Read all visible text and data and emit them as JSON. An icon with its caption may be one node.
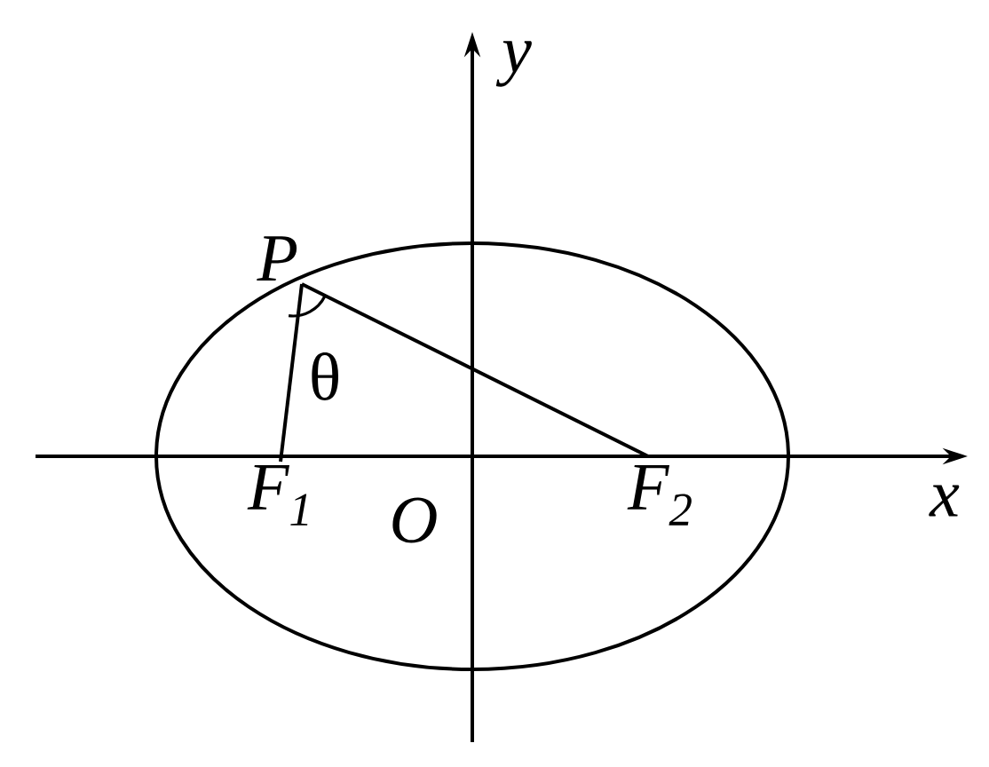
{
  "diagram": {
    "nodes": [
      {
        "text": [
          "P"
        ]
      },
      {
        "text": [
          "F$_{1}$"
        ]
      },
      {
        "text": [
          "F$_{2}$"
        ]
      }
    ],
    "edges": [
      {
        "from": 0,
        "to": 1,
        "arrow": "none"
      },
      {
        "from": 0,
        "to": 2,
        "arrow": "none"
      }
    ],
    "labels": [
      "y",
      "θ",
      "x",
      "O"
    ]
  }
}
